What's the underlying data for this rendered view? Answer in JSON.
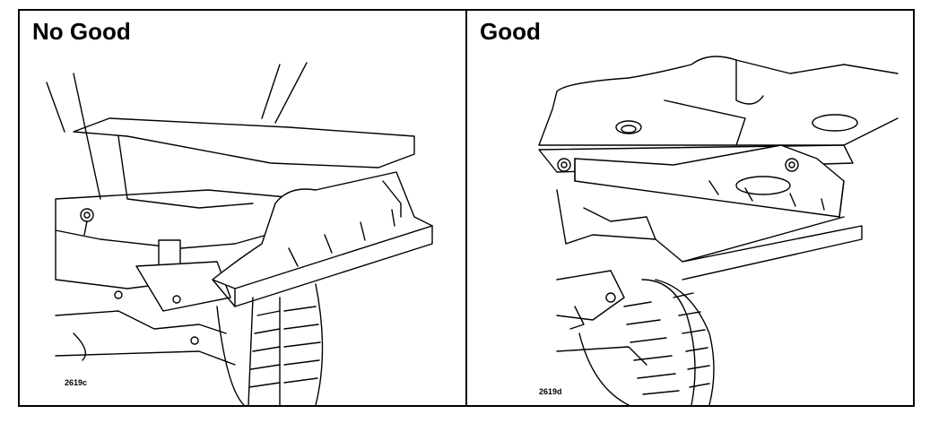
{
  "panels": [
    {
      "title": "No Good",
      "figure_code": "2619c"
    },
    {
      "title": "Good",
      "figure_code": "2619d"
    }
  ]
}
